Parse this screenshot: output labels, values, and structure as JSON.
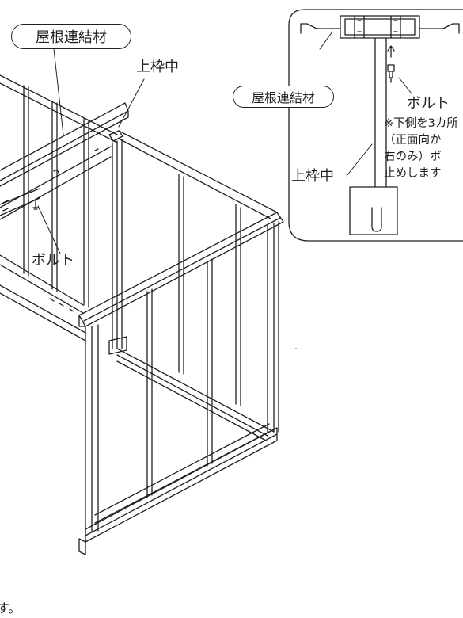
{
  "labels": {
    "main_roof_connector": "屋根連結材",
    "main_upper_frame": "上枠中",
    "main_bolt": "ボルト",
    "detail_roof_connector": "屋根連結材",
    "detail_bolt": "ボルト",
    "detail_upper_frame": "上枠中",
    "footer_fragment": "す。"
  },
  "note_lines": [
    "※下側を3カ所",
    "（正面向か",
    "右のみ）ボ",
    "止めします"
  ]
}
